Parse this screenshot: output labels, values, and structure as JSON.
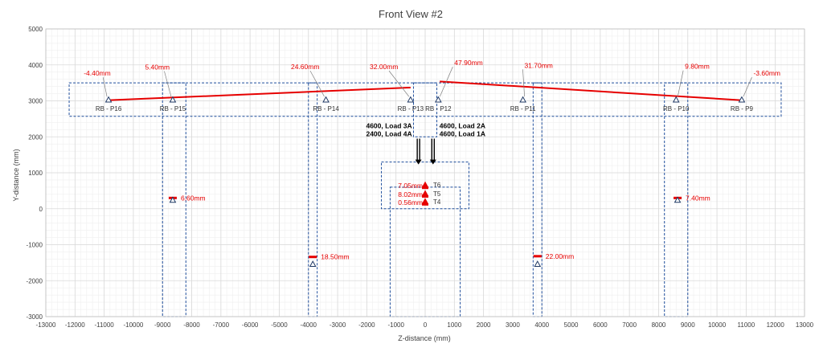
{
  "chart_data": {
    "type": "scatter",
    "title": "Front View #2",
    "xlabel": "Z-distance (mm)",
    "ylabel": "Y-distance (mm)",
    "xlim": [
      -13000,
      13000
    ],
    "ylim": [
      -3000,
      5000
    ],
    "x_major_step": 1000,
    "y_major_step": 1000,
    "grid": true,
    "minor_grid": true,
    "x_ticks": [
      "-13000",
      "-12000",
      "-11000",
      "-10000",
      "-9000",
      "-8000",
      "-7000",
      "-6000",
      "-5000",
      "-4000",
      "-3000",
      "-2000",
      "-1000",
      "0",
      "1000",
      "2000",
      "3000",
      "4000",
      "5000",
      "6000",
      "7000",
      "8000",
      "9000",
      "10000",
      "11000",
      "12000",
      "13000"
    ],
    "y_ticks": [
      "-3000",
      "-2000",
      "-1000",
      "0",
      "1000",
      "2000",
      "3000",
      "4000",
      "5000"
    ],
    "colors": {
      "series": "#e60000",
      "outline": "#1f4e9c",
      "marker": "#1f3864",
      "grid": "#d9d9d9"
    },
    "deflection_lines": [
      {
        "x": [
          -10800,
          -500
        ],
        "y": [
          3020,
          3370
        ]
      },
      {
        "x": [
          500,
          10800
        ],
        "y": [
          3540,
          3020
        ]
      }
    ],
    "reference_points": [
      {
        "name": "RB - P16",
        "x": -10850,
        "y": 3030
      },
      {
        "name": "RB - P15",
        "x": -8650,
        "y": 3030
      },
      {
        "name": "RB - P14",
        "x": -3400,
        "y": 3030
      },
      {
        "name": "RB - P13",
        "x": -500,
        "y": 3030
      },
      {
        "name": "RB - P12",
        "x": 450,
        "y": 3030
      },
      {
        "name": "RB - P11",
        "x": 3350,
        "y": 3030
      },
      {
        "name": "RB - P10",
        "x": 8600,
        "y": 3030
      },
      {
        "name": "RB - P9",
        "x": 10850,
        "y": 3030
      }
    ],
    "deck_labels": [
      {
        "text": "-4.40mm",
        "x": -11700,
        "y": 3700
      },
      {
        "text": "5.40mm",
        "x": -9600,
        "y": 3870
      },
      {
        "text": "24.60mm",
        "x": -4600,
        "y": 3880
      },
      {
        "text": "32.00mm",
        "x": -1900,
        "y": 3880
      },
      {
        "text": "47.90mm",
        "x": 1000,
        "y": 3990
      },
      {
        "text": "31.70mm",
        "x": 3400,
        "y": 3920
      },
      {
        "text": "9.80mm",
        "x": 8900,
        "y": 3890
      },
      {
        "text": "-3.60mm",
        "x": 11250,
        "y": 3700
      }
    ],
    "pier_points": [
      {
        "x": -8650,
        "y": 240,
        "value": 300,
        "label": "6.60mm"
      },
      {
        "x": -3850,
        "y": -1540,
        "value": -1340,
        "label": "18.50mm"
      },
      {
        "x": 3850,
        "y": -1540,
        "value": -1320,
        "label": "22.00mm"
      },
      {
        "x": 8650,
        "y": 240,
        "value": 300,
        "label": "7.40mm"
      }
    ],
    "bearing_points": [
      {
        "name": "T6",
        "x": 0,
        "y": 660,
        "label": "7.05mm"
      },
      {
        "name": "T5",
        "x": 0,
        "y": 420,
        "label": "8.02mm"
      },
      {
        "name": "T4",
        "x": 0,
        "y": 200,
        "label": "0.56mm"
      }
    ],
    "loads": [
      {
        "lines": [
          "4600, Load 3A",
          "2400, Load 4A"
        ],
        "x": -230,
        "side": "left"
      },
      {
        "lines": [
          "4600, Load 2A",
          "4600, Load 1A"
        ],
        "x": 270,
        "side": "right"
      }
    ],
    "outlines": [
      {
        "x1": -12200,
        "y1": 2570,
        "x2": 12200,
        "y2": 3500
      },
      {
        "x1": -9000,
        "y1": -3000,
        "x2": -8200,
        "y2": 3500
      },
      {
        "x1": -4000,
        "y1": -3000,
        "x2": -3700,
        "y2": 3500
      },
      {
        "x1": 3700,
        "y1": -3000,
        "x2": 4000,
        "y2": 3500
      },
      {
        "x1": 8200,
        "y1": -3000,
        "x2": 9000,
        "y2": 3500
      },
      {
        "x1": -400,
        "y1": 2000,
        "x2": 400,
        "y2": 3500
      },
      {
        "x1": -1200,
        "y1": -3000,
        "x2": 1200,
        "y2": 600
      },
      {
        "x1": -1500,
        "y1": 0,
        "x2": 1500,
        "y2": 1300
      }
    ]
  }
}
